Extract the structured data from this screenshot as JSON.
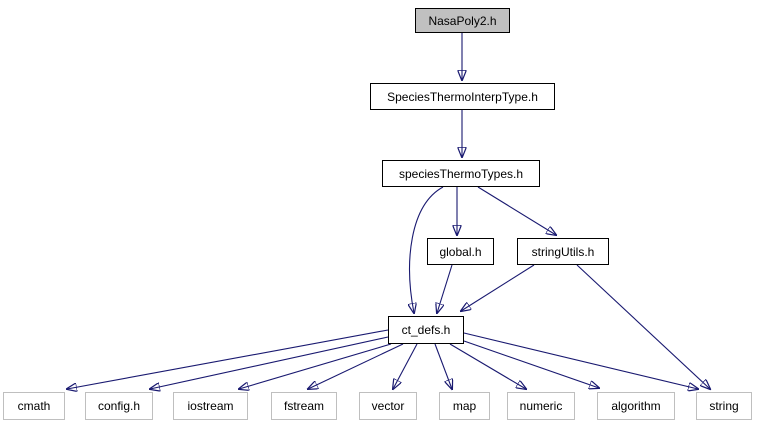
{
  "diagram": {
    "type": "include-dependency-graph",
    "root": "NasaPoly2.h",
    "colors": {
      "edge": "#191970",
      "root_fill": "#c0c0c0",
      "internal_border": "#000000",
      "system_border": "#bfbfbf",
      "background": "#ffffff",
      "text": "#000000"
    },
    "nodes": {
      "nasapoly2": {
        "label": "NasaPoly2.h",
        "kind": "root"
      },
      "species_thermo_interp_type": {
        "label": "SpeciesThermoInterpType.h",
        "kind": "internal"
      },
      "species_thermo_types": {
        "label": "speciesThermoTypes.h",
        "kind": "internal"
      },
      "global": {
        "label": "global.h",
        "kind": "internal"
      },
      "string_utils": {
        "label": "stringUtils.h",
        "kind": "internal"
      },
      "ct_defs": {
        "label": "ct_defs.h",
        "kind": "internal"
      },
      "cmath": {
        "label": "cmath",
        "kind": "system"
      },
      "config": {
        "label": "config.h",
        "kind": "system"
      },
      "iostream": {
        "label": "iostream",
        "kind": "system"
      },
      "fstream": {
        "label": "fstream",
        "kind": "system"
      },
      "vector": {
        "label": "vector",
        "kind": "system"
      },
      "map": {
        "label": "map",
        "kind": "system"
      },
      "numeric": {
        "label": "numeric",
        "kind": "system"
      },
      "algorithm": {
        "label": "algorithm",
        "kind": "system"
      },
      "string": {
        "label": "string",
        "kind": "system"
      }
    },
    "edges": [
      {
        "from": "NasaPoly2.h",
        "to": "SpeciesThermoInterpType.h"
      },
      {
        "from": "SpeciesThermoInterpType.h",
        "to": "speciesThermoTypes.h"
      },
      {
        "from": "speciesThermoTypes.h",
        "to": "global.h"
      },
      {
        "from": "speciesThermoTypes.h",
        "to": "stringUtils.h"
      },
      {
        "from": "speciesThermoTypes.h",
        "to": "ct_defs.h"
      },
      {
        "from": "global.h",
        "to": "ct_defs.h"
      },
      {
        "from": "stringUtils.h",
        "to": "ct_defs.h"
      },
      {
        "from": "stringUtils.h",
        "to": "string"
      },
      {
        "from": "ct_defs.h",
        "to": "cmath"
      },
      {
        "from": "ct_defs.h",
        "to": "config.h"
      },
      {
        "from": "ct_defs.h",
        "to": "iostream"
      },
      {
        "from": "ct_defs.h",
        "to": "fstream"
      },
      {
        "from": "ct_defs.h",
        "to": "vector"
      },
      {
        "from": "ct_defs.h",
        "to": "map"
      },
      {
        "from": "ct_defs.h",
        "to": "numeric"
      },
      {
        "from": "ct_defs.h",
        "to": "algorithm"
      },
      {
        "from": "ct_defs.h",
        "to": "string"
      }
    ]
  }
}
